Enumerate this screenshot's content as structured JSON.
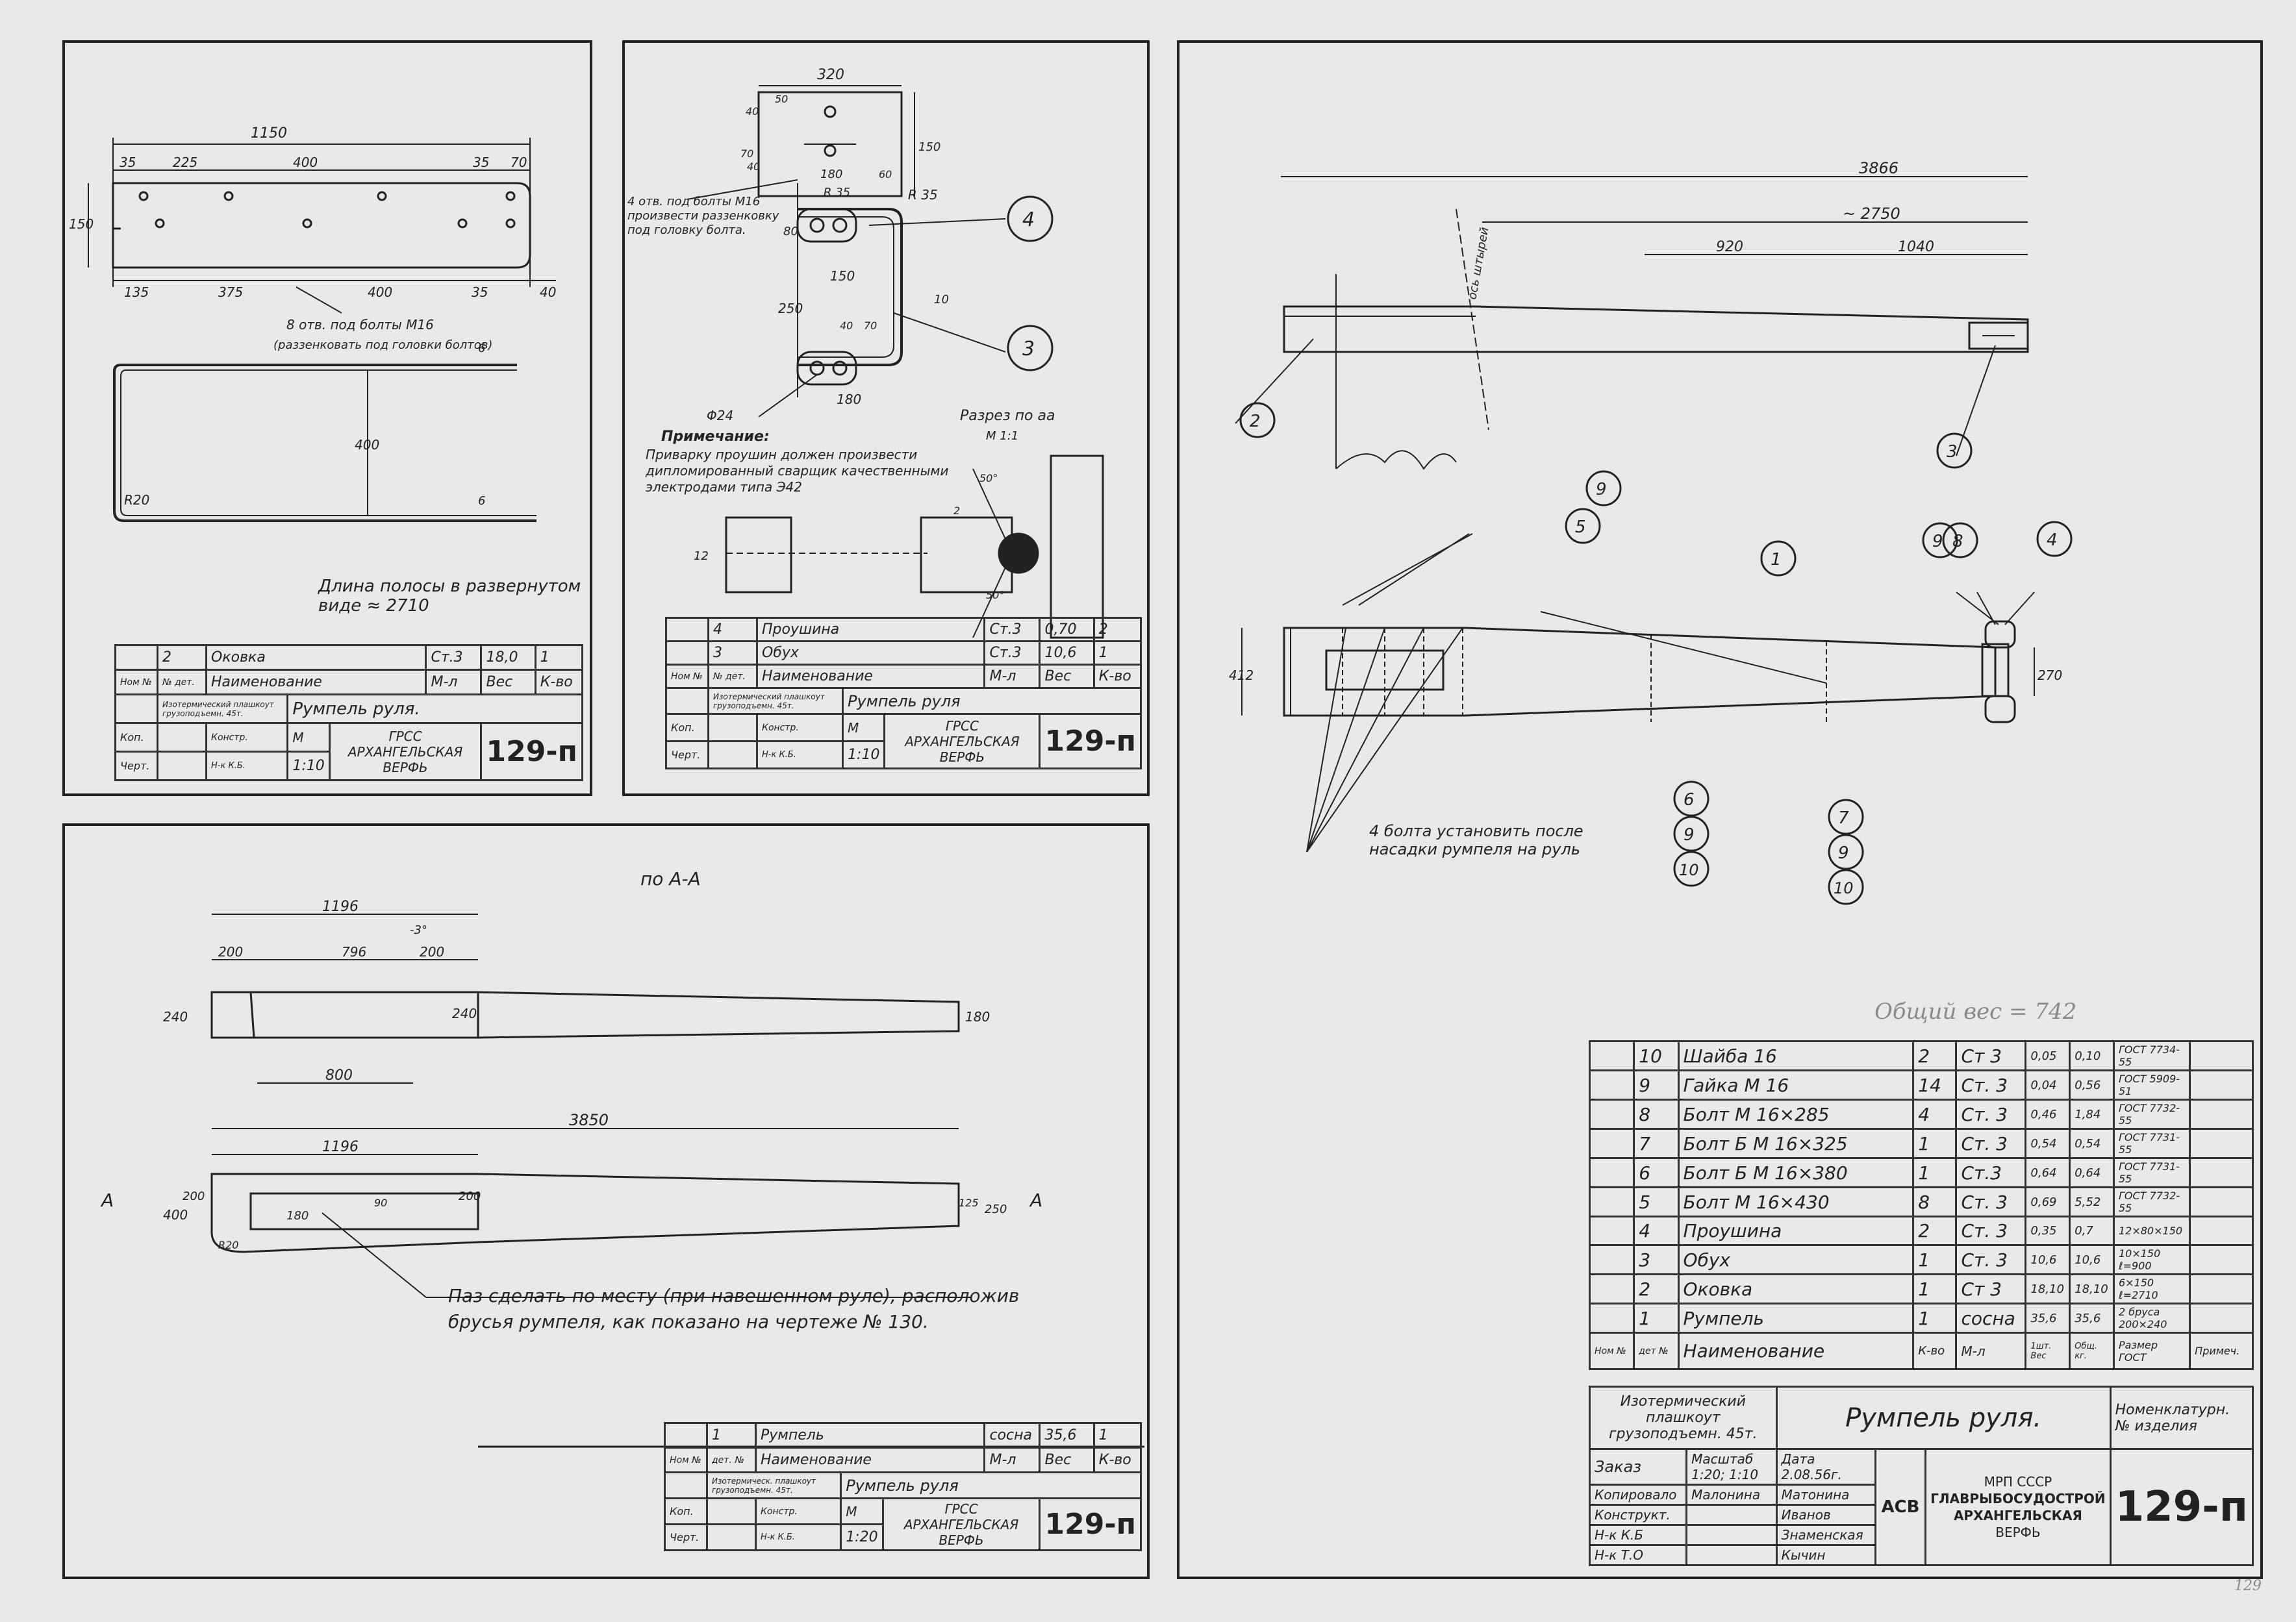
{
  "p1": {
    "dims": {
      "total_length": "1150",
      "d1": "35",
      "d2": "225",
      "d3": "400",
      "d4": "35",
      "d5": "70",
      "height": "150",
      "b1": "135",
      "b2": "375",
      "b3": "400",
      "b4": "35",
      "b5": "40",
      "thick1": "6",
      "height2": "400",
      "thick2": "6",
      "radius": "R20"
    },
    "hole_note": "8 отв. под болты М16",
    "hole_note2": "(раззенковать под головки болтов)",
    "strip_note": "Длина полосы в развернутом виде ≈ 2710",
    "table": {
      "pos": "2",
      "name": "Оковка",
      "mat": "Ст.3",
      "weight": "18,0",
      "qty": "1",
      "h_pos": "Ном №",
      "h_det": "№ дет.",
      "h_name": "Наименование",
      "h_mat": "М-л",
      "h_w": "Вес",
      "h_q": "К-во",
      "vessel": "Изотермический плашкоут грузоподъемн. 45т.",
      "title": "Румпель руля.",
      "kop": "Коп.",
      "cherp": "Черт.",
      "konstr": "Констр.",
      "nk": "Н-к К.Б.",
      "m": "М",
      "scale": "1:10",
      "org": "ГРСС АРХАНГЕЛЬСКАЯ ВЕРФЬ",
      "num": "129-п"
    }
  },
  "p2": {
    "dims": {
      "w": "320",
      "d1": "50",
      "d2": "40",
      "d3": "70",
      "d4": "40",
      "d5": "150",
      "d6": "180",
      "d7": "60",
      "r1": "R 35",
      "r2": "R 35",
      "e1": "80",
      "e2": "150",
      "e3": "250",
      "e4": "10",
      "e5": "40",
      "e6": "70",
      "e7": "180",
      "dia": "Φ24"
    },
    "hole_note": "4 отв. под болты М16 произвести раззенковку под головку болта.",
    "remark_title": "Примечание:",
    "remark": "Приварку проушин должен произвести дипломированный сварщик качественными электродами типа Э42",
    "section": "Разрез по аа",
    "section_scale": "М 1:1",
    "angle1": "50°",
    "angle2": "50°",
    "gap": "2",
    "t12": "12",
    "callout3": "3",
    "callout4": "4",
    "table": {
      "rows": [
        {
          "pos": "4",
          "name": "Проушина",
          "mat": "Ст.3",
          "w": "0,70",
          "q": "2"
        },
        {
          "pos": "3",
          "name": "Обух",
          "mat": "Ст.3",
          "w": "10,6",
          "q": "1"
        }
      ],
      "h_pos": "Ном №",
      "h_det": "№ дет.",
      "h_name": "Наименование",
      "h_mat": "М-л",
      "h_w": "Вес",
      "h_q": "К-во",
      "vessel": "Изотермический плашкоут грузоподъемн. 45т.",
      "title": "Румпель руля",
      "kop": "Коп.",
      "cherp": "Черт.",
      "konstr": "Констр.",
      "nk": "Н-к К.Б.",
      "m": "М",
      "scale": "1:10",
      "org": "ГРСС АРХАНГЕЛЬСКАЯ ВЕРФЬ",
      "num": "129-п"
    }
  },
  "p3": {
    "view_label": "по А-А",
    "dims": {
      "a": "1196",
      "b": "200",
      "c": "796",
      "d": "200",
      "e": "-3°",
      "f": "240",
      "g": "240",
      "h": "180",
      "i": "800",
      "j": "3850",
      "k": "1196",
      "l": "200",
      "m": "400",
      "n": "200",
      "o": "180",
      "p": "90",
      "q": "125",
      "r": "250",
      "rad": "R20"
    },
    "section_a": "А",
    "section_a2": "А",
    "note": "Паз сделать по месту (при навешенном руле), расположив брусья румпеля, как показано на чертеже № 130.",
    "table": {
      "pos": "1",
      "name": "Румпель",
      "mat": "сосна",
      "w": "35,6",
      "q": "1",
      "h_pos": "Ном №",
      "h_det": "дет. №",
      "h_name": "Наименование",
      "h_mat": "М-л",
      "h_w": "Вес",
      "h_q": "К-во",
      "vessel": "Изотермическ. плашкоут грузоподъемн. 45т.",
      "title": "Румпель руля",
      "kop": "Коп.",
      "cherp": "Черт.",
      "konstr": "Констр.",
      "nk": "Н-к К.Б.",
      "m": "М",
      "scale": "1:20",
      "org": "ГРСС АРХАНГЕЛЬСКАЯ ВЕРФЬ",
      "num": "129-п"
    }
  },
  "p4": {
    "dims": {
      "total": "3866",
      "mid": "~ 2750",
      "a": "920",
      "b": "1040",
      "h1": "412",
      "h2": "270"
    },
    "axis_label": "ось штырей",
    "callouts": [
      "1",
      "2",
      "3",
      "4",
      "5",
      "9",
      "6",
      "9",
      "10",
      "7",
      "9",
      "10",
      "9",
      "8"
    ],
    "bolt_note": "4 болта установить после насадки румпеля на руль",
    "weight_note": "Общий вес = 742",
    "bom": [
      {
        "pos": "10",
        "name": "Шайба 16",
        "q": "2",
        "mat": "Ст 3",
        "w1": "0,05",
        "w2": "0,10",
        "gost": "ГОСТ 7734-55"
      },
      {
        "pos": "9",
        "name": "Гайка М 16",
        "q": "14",
        "mat": "Ст. 3",
        "w1": "0,04",
        "w2": "0,56",
        "gost": "ГОСТ 5909-51"
      },
      {
        "pos": "8",
        "name": "Болт М 16×285",
        "q": "4",
        "mat": "Ст. 3",
        "w1": "0,46",
        "w2": "1,84",
        "gost": "ГОСТ 7732-55"
      },
      {
        "pos": "7",
        "name": "Болт Б М 16×325",
        "q": "1",
        "mat": "Ст. 3",
        "w1": "0,54",
        "w2": "0,54",
        "gost": "ГОСТ 7731-55"
      },
      {
        "pos": "6",
        "name": "Болт Б М 16×380",
        "q": "1",
        "mat": "Ст.3",
        "w1": "0,64",
        "w2": "0,64",
        "gost": "ГОСТ 7731-55"
      },
      {
        "pos": "5",
        "name": "Болт М 16×430",
        "q": "8",
        "mat": "Ст. 3",
        "w1": "0,69",
        "w2": "5,52",
        "gost": "ГОСТ 7732-55"
      },
      {
        "pos": "4",
        "name": "Проушина",
        "q": "2",
        "mat": "Ст. 3",
        "w1": "0,35",
        "w2": "0,7",
        "gost": "12×80×150"
      },
      {
        "pos": "3",
        "name": "Обух",
        "q": "1",
        "mat": "Ст. 3",
        "w1": "10,6",
        "w2": "10,6",
        "gost": "10×150 ℓ=900"
      },
      {
        "pos": "2",
        "name": "Оковка",
        "q": "1",
        "mat": "Ст 3",
        "w1": "18,10",
        "w2": "18,10",
        "gost": "6×150 ℓ=2710"
      },
      {
        "pos": "1",
        "name": "Румпель",
        "q": "1",
        "mat": "сосна",
        "w1": "35,6",
        "w2": "35,6",
        "gost": "2 бруса 200×240"
      }
    ],
    "bom_head": {
      "pos": "Ном №",
      "det": "дет №",
      "name": "Наименование",
      "q": "К-во",
      "mat": "М-л",
      "w1": "1шт. Вес",
      "w2": "Общ. кг.",
      "gost": "Размер ГОСТ",
      "note": "Примеч."
    },
    "title_block": {
      "vessel": "Изотермический плашкоут грузоподъемн. 45т.",
      "title": "Румпель руля.",
      "nomen": "Номенклатурн. № изделия",
      "order": "Заказ",
      "scale_l": "Масштаб",
      "scale": "1:20; 1:10",
      "date_l": "Дата",
      "date": "2.08.56г.",
      "r1l": "Копировало",
      "r1a": "Малонина",
      "r1b": "Матонина",
      "r2l": "Конструкт.",
      "r2b": "Иванов",
      "r3l": "Н-к К.Б",
      "r3b": "Знаменская",
      "r4l": "Н-к Т.О",
      "r4b": "Кычин",
      "org1": "МРП СССР",
      "org2": "ГЛАВРЫБОСУДОСТРОЙ",
      "org3": "АРХАНГЕЛЬСКАЯ",
      "org4": "ВЕРФЬ",
      "logo": "АСВ",
      "num": "129-п"
    }
  },
  "page_no": "129"
}
